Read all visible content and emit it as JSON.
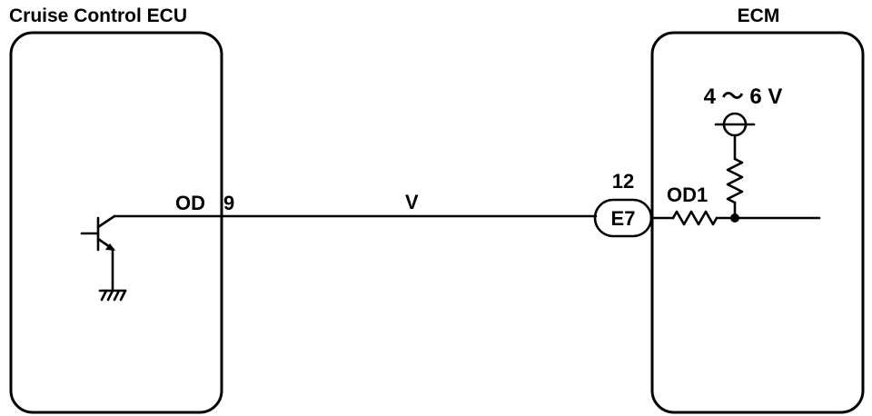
{
  "left_box": {
    "title": "Cruise Control ECU",
    "terminal_name": "OD",
    "terminal_pin": "9"
  },
  "wire": {
    "color_code": "V"
  },
  "connector": {
    "label": "E7",
    "pin": "12"
  },
  "right_box": {
    "title": "ECM",
    "terminal_name": "OD1",
    "supply_voltage": "4 ～ 6 V"
  },
  "icons": {
    "transistor": "npn-transistor-icon",
    "ground": "ground-icon",
    "resistor": "resistor-icon",
    "power_supply": "power-supply-icon"
  },
  "colors": {
    "line": "#000000",
    "background": "#ffffff"
  }
}
